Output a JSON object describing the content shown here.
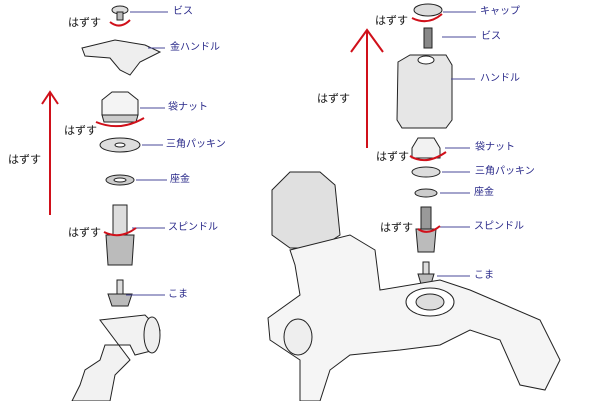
{
  "left": {
    "labels": [
      "ビス",
      "金ハンドル",
      "袋ナット",
      "三角パッキン",
      "座金",
      "スピンドル",
      "こま"
    ],
    "remove": [
      "はずす",
      "はずす",
      "はずす",
      "はずす"
    ]
  },
  "right": {
    "labels": [
      "キャップ",
      "ビス",
      "ハンドル",
      "袋ナット",
      "三角パッキン",
      "座金",
      "スピンドル",
      "こま"
    ],
    "remove": [
      "はずす",
      "はずす",
      "はずす",
      "はずす"
    ]
  },
  "colors": {
    "arrow": "#d0101a",
    "label": "#2a2a8a",
    "leader": "#4a4a9a"
  }
}
